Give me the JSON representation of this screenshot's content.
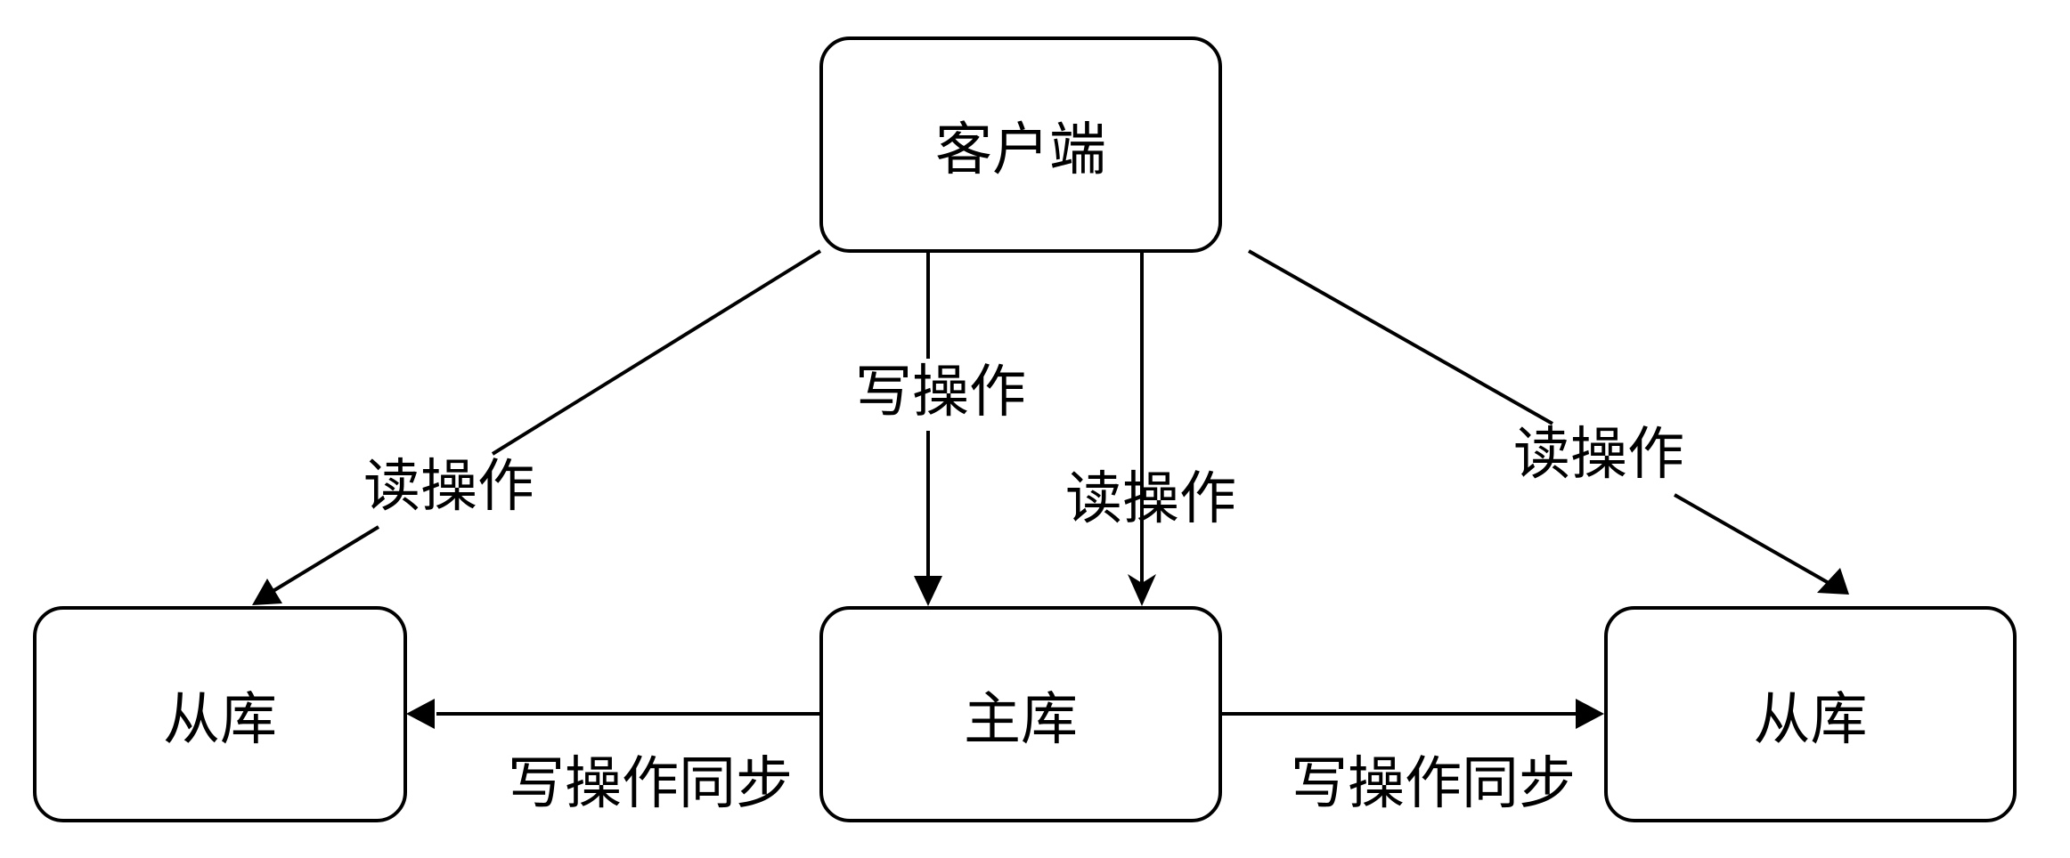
{
  "diagram": {
    "type": "architecture",
    "title": "",
    "colors": {
      "stroke": "#000000",
      "fill": "#ffffff",
      "text": "#000000"
    },
    "nodes": {
      "client": {
        "label": "客户端"
      },
      "master": {
        "label": "主库"
      },
      "slave_left": {
        "label": "从库"
      },
      "slave_right": {
        "label": "从库"
      }
    },
    "edges": {
      "client_to_slave_left": {
        "from": "客户端",
        "to": "从库",
        "label": "读操作"
      },
      "client_to_master_write": {
        "from": "客户端",
        "to": "主库",
        "label": "写操作"
      },
      "client_to_master_read": {
        "from": "客户端",
        "to": "主库",
        "label": "读操作"
      },
      "client_to_slave_right": {
        "from": "客户端",
        "to": "从库",
        "label": "读操作"
      },
      "master_to_slave_left": {
        "from": "主库",
        "to": "从库",
        "label": "写操作同步"
      },
      "master_to_slave_right": {
        "from": "主库",
        "to": "从库",
        "label": "写操作同步"
      }
    }
  }
}
